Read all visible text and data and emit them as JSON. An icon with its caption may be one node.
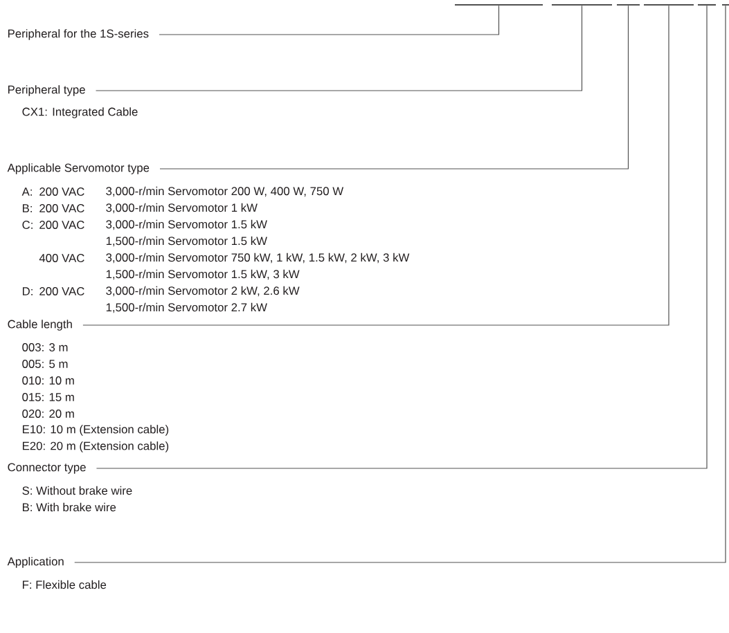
{
  "diagram": {
    "nodes": [
      {
        "text": [],
        "shape": "bar"
      },
      {
        "text": [],
        "shape": "bar"
      },
      {
        "text": [],
        "shape": "bar"
      },
      {
        "text": [],
        "shape": "bar"
      },
      {
        "text": [],
        "shape": "bar"
      },
      {
        "text": [],
        "shape": "bar"
      },
      {
        "text": [
          "Peripheral for the 1S-series"
        ]
      },
      {
        "text": [
          "Peripheral type"
        ]
      },
      {
        "text": [
          "Applicable Servomotor type"
        ]
      },
      {
        "text": [
          "Cable length"
        ]
      },
      {
        "text": [
          "Connector type"
        ]
      },
      {
        "text": [
          "Application"
        ]
      }
    ],
    "edges": [
      {
        "from": 6,
        "to": 0,
        "arrow": "none"
      },
      {
        "from": 7,
        "to": 1,
        "arrow": "none"
      },
      {
        "from": 8,
        "to": 2,
        "arrow": "none"
      },
      {
        "from": 9,
        "to": 3,
        "arrow": "none"
      },
      {
        "from": 10,
        "to": 4,
        "arrow": "none"
      },
      {
        "from": 11,
        "to": 5,
        "arrow": "none"
      }
    ],
    "labels": [
      "CX1: Integrated Cable",
      "A:",
      "200 VAC",
      "3,000-r/min Servomotor 200 W, 400 W, 750 W",
      "B:",
      "200 VAC",
      "3,000-r/min Servomotor 1 kW",
      "C:",
      "200 VAC",
      "3,000-r/min Servomotor 1.5 kW",
      "1,500-r/min Servomotor 1.5 kW",
      "400 VAC",
      "3,000-r/min Servomotor 750 kW, 1 kW, 1.5 kW, 2 kW, 3 kW",
      "1,500-r/min Servomotor 1.5 kW, 3 kW",
      "D:",
      "200 VAC",
      "3,000-r/min Servomotor 2 kW, 2.6 kW",
      "1,500-r/min Servomotor 2.7 kW",
      "003: 3 m",
      "005: 5 m",
      "010: 10 m",
      "015: 15 m",
      "020: 20 m",
      "E10: 10 m (Extension cable)",
      "E20: 20 m (Extension cable)",
      "S: Without brake wire",
      "B: With brake wire",
      "F: Flexible cable"
    ]
  }
}
